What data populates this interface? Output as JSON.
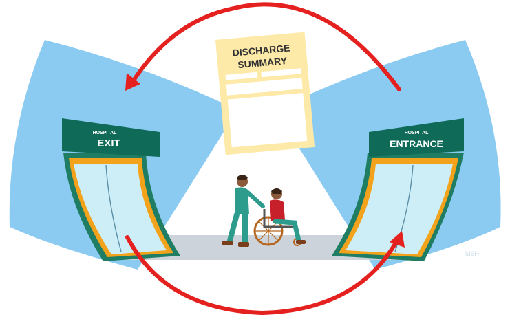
{
  "document": {
    "line1": "DISCHARGE",
    "line2": "SUMMARY"
  },
  "exit_sign": {
    "small": "HOSPITAL",
    "large": "EXIT"
  },
  "entrance_sign": {
    "small": "HOSPITAL",
    "large": "ENTRANCE"
  },
  "watermark": "MSH",
  "colors": {
    "wall_blue": "#87c9f0",
    "sign_green": "#0f6b57",
    "door_orange": "#f2a31b",
    "arrow_red": "#e4211f",
    "paper": "#fde9a8",
    "floor": "#cdd3da"
  }
}
